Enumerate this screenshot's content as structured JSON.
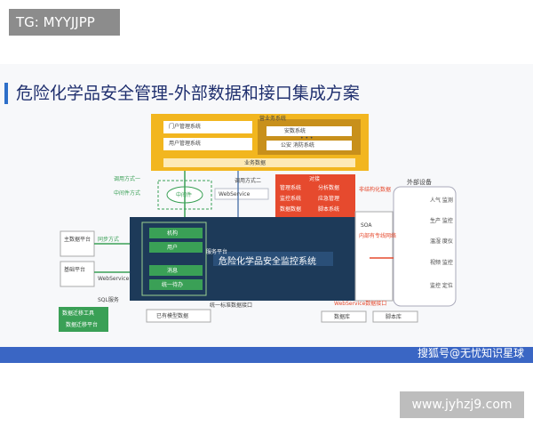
{
  "watermark": {
    "tag": "TG: MYYJJPP",
    "site": "www.jyhzj9.com",
    "credit": "搜狐号@无忧知识星球"
  },
  "slide": {
    "title": "危险化学品安全管理-外部数据和接口集成方案"
  },
  "diagram": {
    "portal": {
      "left1": "门户管理系统",
      "left2": "用户管理系统",
      "right_title": "营业务系统",
      "right1": "安数系统",
      "dots": "• • •",
      "right2": "公安 消防系统",
      "bottom": "业务数据"
    },
    "call_left": "调用方式一",
    "mid_label": "中间件方式",
    "middleware": "中间件",
    "webservice1": "WebService",
    "call_right": "调用方式二",
    "modules": {
      "header": "对接",
      "items": [
        "管理系统",
        "分析数据",
        "监控系统",
        "应急管理",
        "数据数据",
        "脚本系统"
      ]
    },
    "network_label": "非结构化数据",
    "outside_title": "外部设备",
    "devices": [
      "人气\n监测",
      "生产\n监控",
      "温湿\n度仪",
      "视频\n监控",
      "监控\n定位"
    ],
    "main_title": "危险化学品安全监控系统",
    "service_platform": "服务平台",
    "platform_cells": [
      "机构",
      "用户",
      "消息",
      "统一待办"
    ],
    "left_box1": "主数据平台",
    "left_box2": "基础平台",
    "left_side_labels": [
      "同步方式",
      "WebService",
      "SQL服务"
    ],
    "tool_box": {
      "title": "数据迁移工具",
      "sub": "数据迁移平台"
    },
    "existing_data": "已有模型数据",
    "unified_label": "统一标准数据接口",
    "channel_left": "SOA",
    "channel_right": "内部有专线网络",
    "db1": "数据库",
    "db2": "脚本库",
    "webservice2": "WebService数据接口"
  }
}
